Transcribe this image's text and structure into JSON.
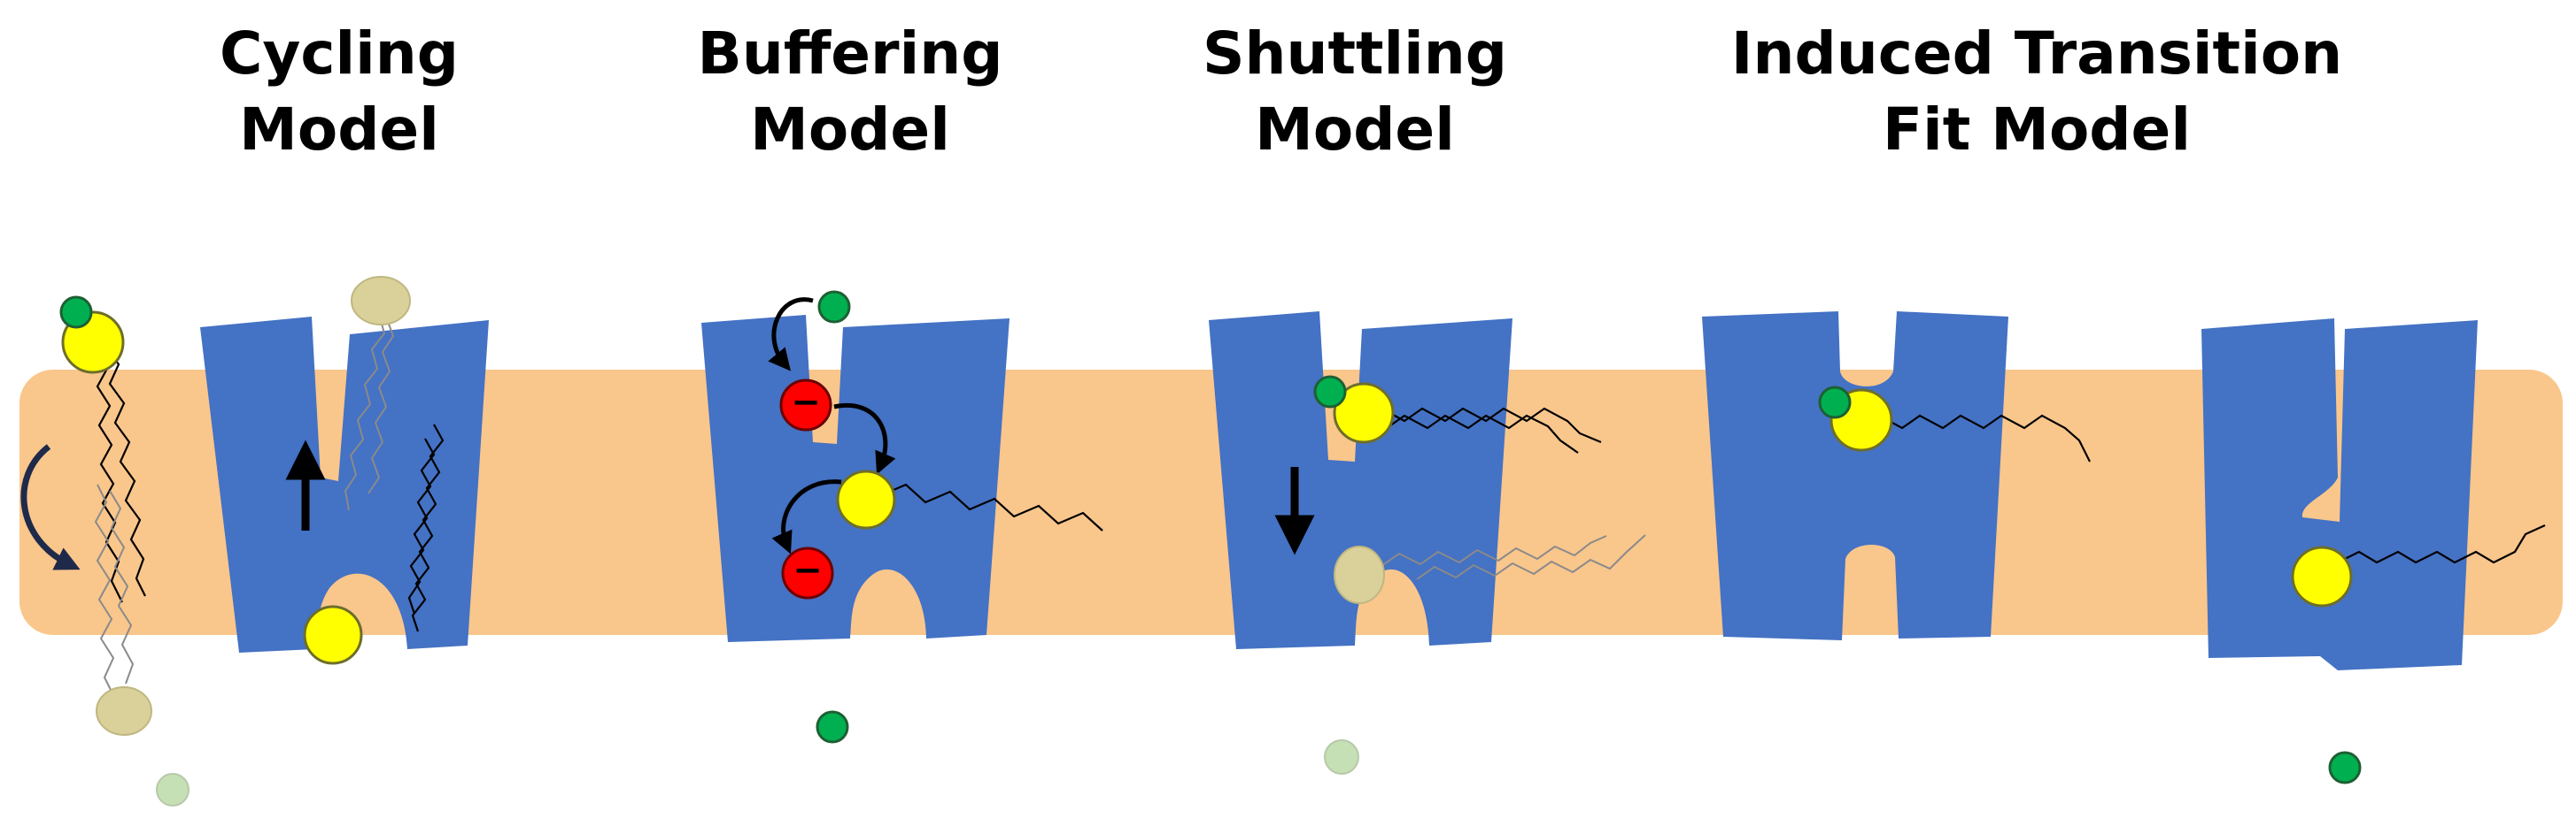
{
  "titles": [
    {
      "line1": "Cycling",
      "line2": "Model"
    },
    {
      "line1": "Buffering",
      "line2": "Model"
    },
    {
      "line1": "Shuttling",
      "line2": "Model"
    },
    {
      "line1": "Induced Transition",
      "line2": "Fit Model"
    }
  ],
  "colors": {
    "membrane": "#f9c68c",
    "protein": "#4472c4",
    "headgroup": "#ffff00",
    "substrate": "#00b050",
    "substrate_faded": "#c5e0b4",
    "lipid_faded": "#d9d09a",
    "charge": "#ff0000",
    "tail": "#000000"
  },
  "charge_symbol": "−"
}
